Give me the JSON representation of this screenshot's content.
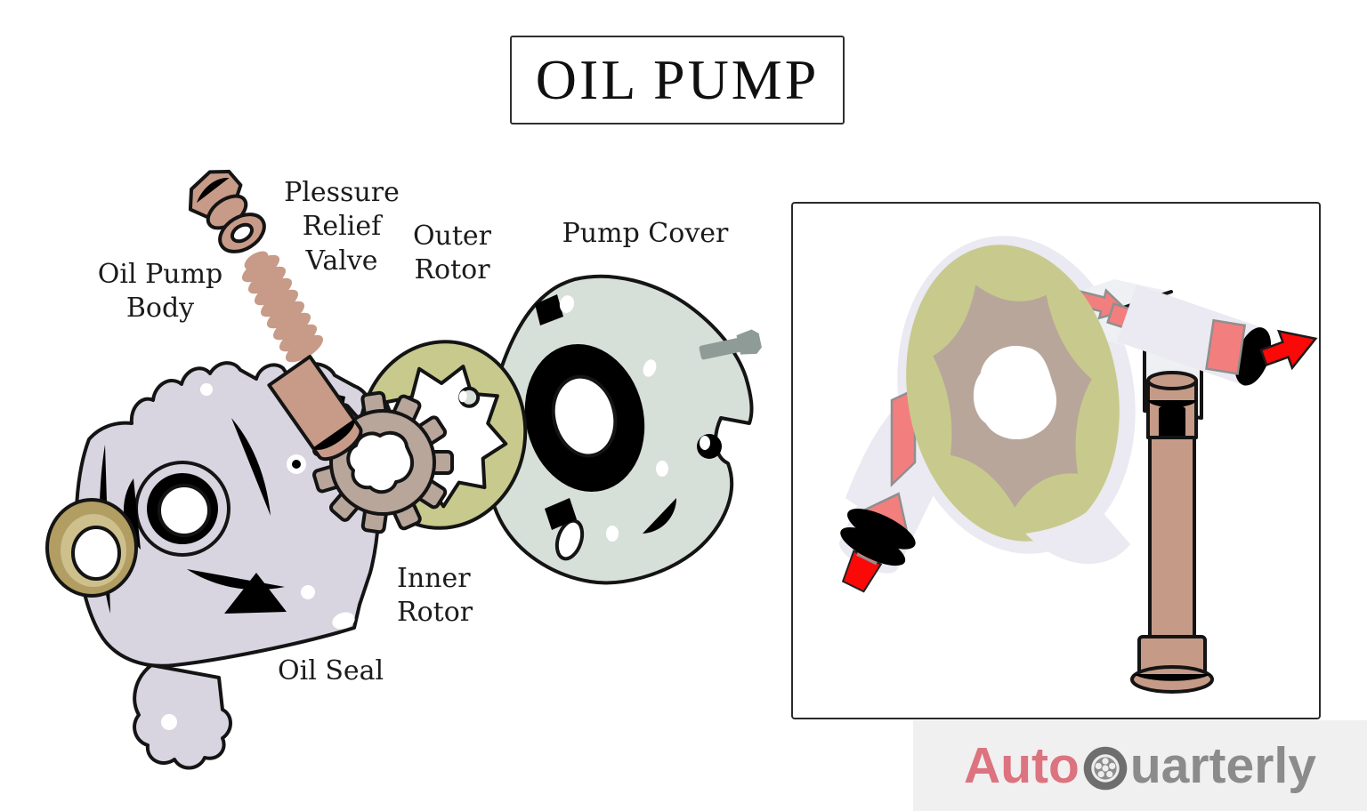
{
  "title": {
    "text": "OIL PUMP"
  },
  "labels": {
    "relief_valve": "Plessure\nRelief\nValve",
    "oil_pump_body": "Oil Pump\nBody",
    "outer_rotor": "Outer\nRotor",
    "pump_cover": "Pump Cover",
    "inner_rotor": "Inner\nRotor",
    "oil_seal": "Oil Seal"
  },
  "watermark": {
    "prefix": "Auto",
    "suffix": "uarterly"
  },
  "colors": {
    "pump_body": "#d8d5e1",
    "pump_cover": "#d6dfd8",
    "outer_rotor": "#c7ca8c",
    "inner_rotor": "#b8a69b",
    "oil_seal": "#b29d62",
    "oil_seal_inner": "#cdc08c",
    "relief_valve": "#c79b88",
    "stud_bolt": "#c59b87",
    "cover_bolt": "#8e9b97",
    "housing": "#ebe9f1",
    "flow_arrow": "#f37e7e",
    "flow_arrow_strong": "#fb0808",
    "brand_auto": "#dc737f",
    "brand_rest": "#8b8b8b",
    "watermark_bg": "#f0f0f0"
  }
}
